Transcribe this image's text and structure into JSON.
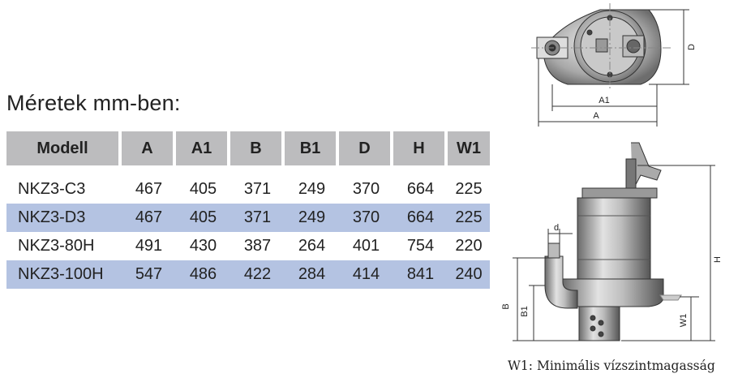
{
  "title": "Méretek mm-ben:",
  "table": {
    "headers": [
      "Modell",
      "A",
      "A1",
      "B",
      "B1",
      "D",
      "H",
      "W1"
    ],
    "rows": [
      {
        "model": "NKZ3-C3",
        "values": [
          "467",
          "405",
          "371",
          "249",
          "370",
          "664",
          "225"
        ],
        "highlight": false
      },
      {
        "model": "NKZ3-D3",
        "values": [
          "467",
          "405",
          "371",
          "249",
          "370",
          "664",
          "225"
        ],
        "highlight": true
      },
      {
        "model": "NKZ3-80H",
        "values": [
          "491",
          "430",
          "387",
          "264",
          "401",
          "754",
          "220"
        ],
        "highlight": false
      },
      {
        "model": "NKZ3-100H",
        "values": [
          "547",
          "486",
          "422",
          "284",
          "414",
          "841",
          "240"
        ],
        "highlight": true
      }
    ],
    "header_color": "#bcbcbe",
    "highlight_color": "#b4c3e2"
  },
  "drawing": {
    "top_view_labels": {
      "a1": "A1",
      "a": "A",
      "d": "D"
    },
    "side_view_labels": {
      "d": "d",
      "h": "H",
      "b": "B",
      "b1": "B1",
      "w1": "W1"
    }
  },
  "caption": "W1: Minimális vízszintmagasság"
}
